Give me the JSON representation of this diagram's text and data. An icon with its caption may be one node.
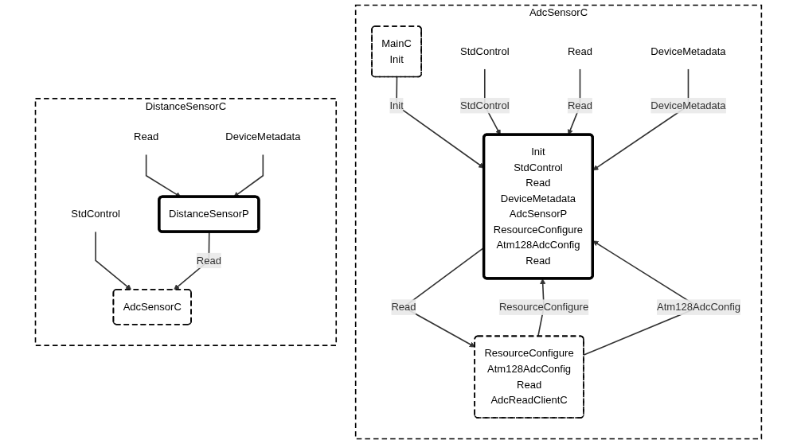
{
  "diagram": {
    "nodes": [
      {
        "text": [
          "AdcSensorC"
        ]
      },
      {
        "text": [
          "StdControl"
        ],
        "in": 0
      },
      {
        "text": [
          "Read"
        ],
        "in": 0
      },
      {
        "text": [
          "DeviceMetadata"
        ],
        "in": 0
      },
      {
        "text": [
          "MainC",
          "Init"
        ],
        "in": 0
      },
      {
        "text": [
          "Init",
          "StdControl",
          "Read",
          "DeviceMetadata",
          "AdcSensorP",
          "ResourceConfigure",
          "Atm128AdcConfig",
          "Read"
        ],
        "in": 0
      },
      {
        "text": [
          "ResourceConfigure",
          "Atm128AdcConfig",
          "Read",
          "AdcReadClientC"
        ],
        "in": 0
      },
      {
        "text": [
          "DistanceSensorC"
        ]
      },
      {
        "text": [
          "StdControl"
        ],
        "in": 7
      },
      {
        "text": [
          "Read"
        ],
        "in": 7
      },
      {
        "text": [
          "DeviceMetadata"
        ],
        "in": 7
      },
      {
        "text": [
          "DistanceSensorP"
        ],
        "in": 7
      },
      {
        "text": [
          "AdcSensorC"
        ],
        "in": 7
      }
    ],
    "edges": [
      {
        "from": 4,
        "to": 5,
        "arrow": "to",
        "label": "Init"
      },
      {
        "from": 1,
        "to": 5,
        "arrow": "to",
        "label": "StdControl"
      },
      {
        "from": 2,
        "to": 5,
        "arrow": "to",
        "label": "Read"
      },
      {
        "from": 3,
        "to": 5,
        "arrow": "to",
        "label": "DeviceMetadata"
      },
      {
        "from": 6,
        "to": 5,
        "arrow": "to",
        "label": "ResourceConfigure"
      },
      {
        "from": 6,
        "to": 5,
        "arrow": "to",
        "label": "Atm128AdcConfig"
      },
      {
        "from": 5,
        "to": 6,
        "arrow": "to",
        "label": "Read"
      },
      {
        "from": 8,
        "to": 12,
        "arrow": "to"
      },
      {
        "from": 9,
        "to": 11,
        "arrow": "to"
      },
      {
        "from": 10,
        "to": 11,
        "arrow": "to"
      },
      {
        "from": 11,
        "to": 12,
        "arrow": "to",
        "label": "Read"
      }
    ]
  }
}
